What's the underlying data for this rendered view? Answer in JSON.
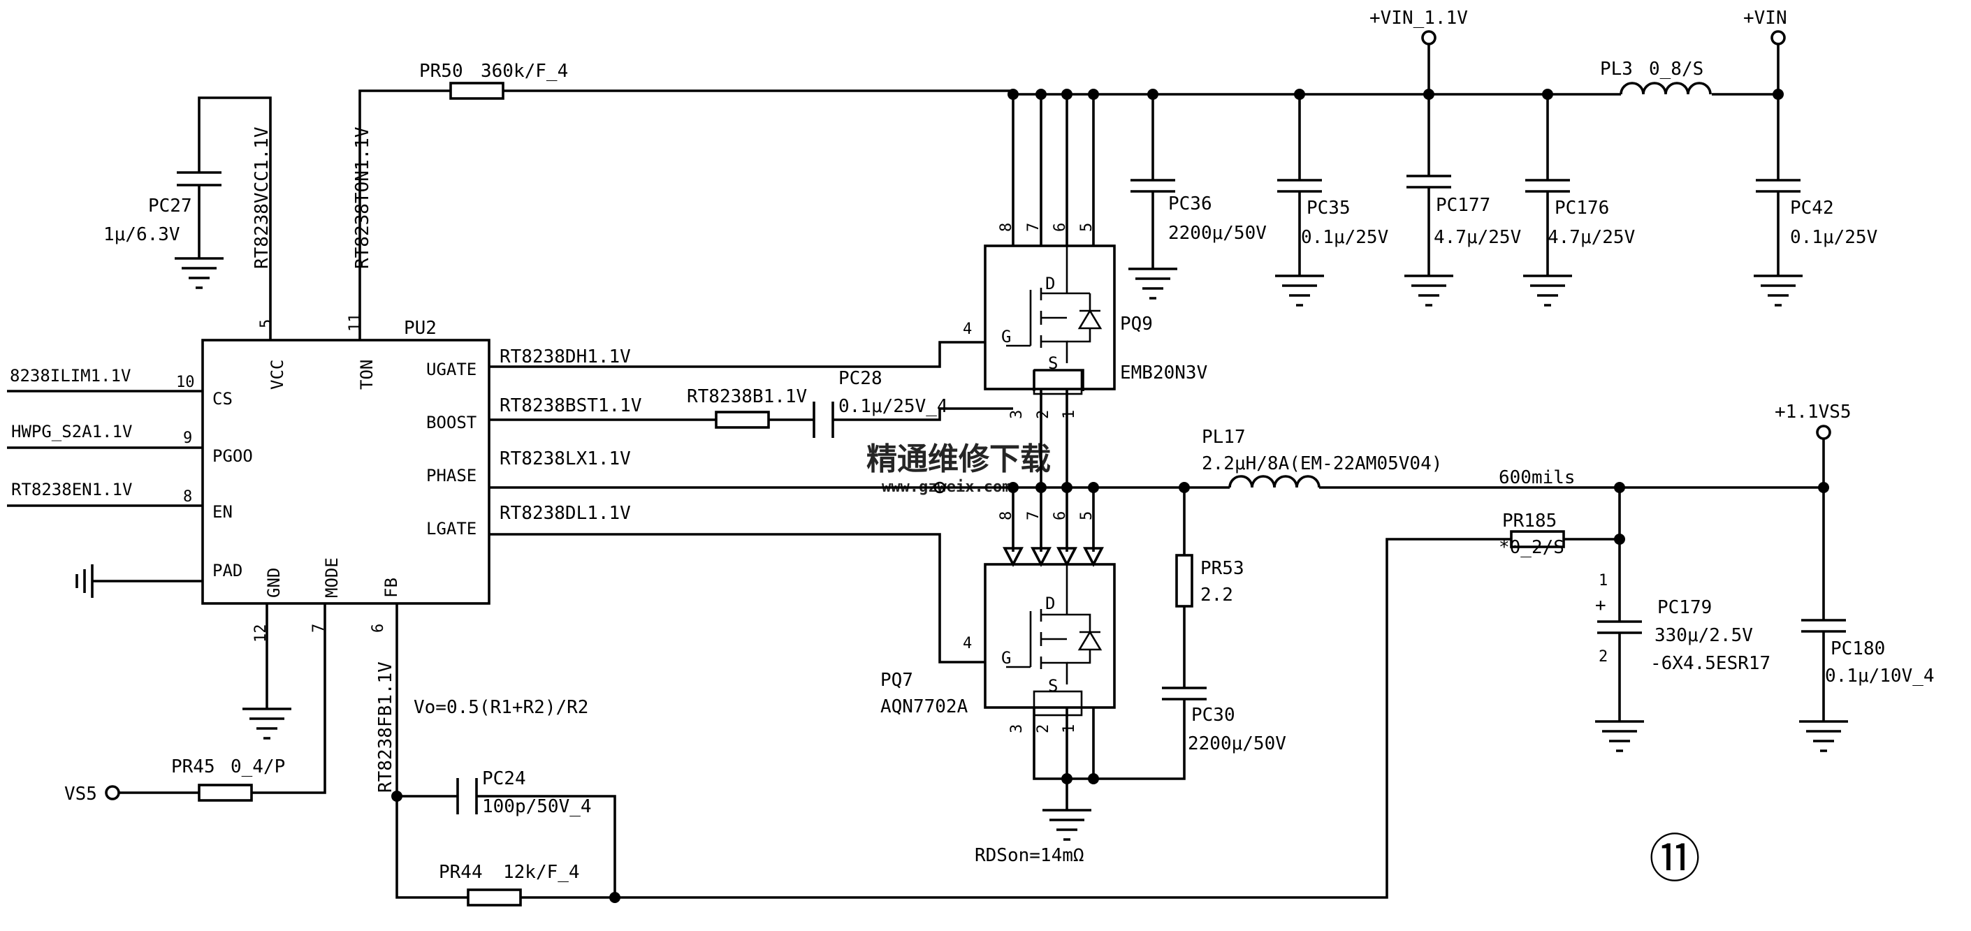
{
  "ic": {
    "ref": "PU2",
    "pins": {
      "cs": "CS",
      "pgood": "PGOO",
      "en": "EN",
      "pad": "PAD",
      "vcc": "VCC",
      "ton": "TON",
      "ugate": "UGATE",
      "boost": "BOOST",
      "phase": "PHASE",
      "lgate": "LGATE",
      "gnd": "GND",
      "mode": "MODE",
      "fb": "FB"
    },
    "pin_numbers": {
      "cs": "10",
      "pgood": "9",
      "en": "8",
      "vcc": "5",
      "ton": "11",
      "gnd": "12",
      "mode": "7",
      "fb": "6"
    }
  },
  "nets": {
    "ilim": "8238ILIM1.1V",
    "pgood": "HWPG_S2A1.1V",
    "en": "RT8238EN1.1V",
    "vcc": "RT8238VCC1.1V",
    "ton": "RT8238TON1.1V",
    "dh": "RT8238DH1.1V",
    "bst": "RT8238BST1.1V",
    "lx": "RT8238LX1.1V",
    "dl": "RT8238DL1.1V",
    "fb": "RT8238FB1.1V",
    "boot": "RT8238B1.1V",
    "vs5": "VS5"
  },
  "rails": {
    "vin11": "+VIN_1.1V",
    "vin": "+VIN",
    "out": "+1.1VS5"
  },
  "components": {
    "pr50": {
      "ref": "PR50",
      "value": "360k/F_4"
    },
    "pc27": {
      "ref": "PC27",
      "value": "1μ/6.3V"
    },
    "pc28": {
      "ref": "PC28",
      "value": "0.1μ/25V_4"
    },
    "pc36": {
      "ref": "PC36",
      "value": "2200μ/50V"
    },
    "pc35": {
      "ref": "PC35",
      "value": "0.1μ/25V"
    },
    "pc177": {
      "ref": "PC177",
      "value": "4.7μ/25V"
    },
    "pc176": {
      "ref": "PC176",
      "value": "4.7μ/25V"
    },
    "pl3": {
      "ref": "PL3",
      "value": "0_8/S"
    },
    "pc42": {
      "ref": "PC42",
      "value": "0.1μ/25V"
    },
    "pq9": {
      "ref": "PQ9",
      "value": "EMB20N3V"
    },
    "pq7": {
      "ref": "PQ7",
      "value": "AQN7702A"
    },
    "pl17": {
      "ref": "PL17",
      "value": "2.2μH/8A(EM-22AM05V04)"
    },
    "pr53": {
      "ref": "PR53",
      "value": "2.2"
    },
    "pc30": {
      "ref": "PC30",
      "value": "2200μ/50V"
    },
    "pr185": {
      "ref": "PR185",
      "value": "*0_2/S"
    },
    "pc179": {
      "ref": "PC179",
      "value": "330μ/2.5V",
      "value2": "-6X4.5ESR17"
    },
    "pc180": {
      "ref": "PC180",
      "value": "0.1μ/10V_4"
    },
    "pr45": {
      "ref": "PR45",
      "value": "0_4/P"
    },
    "pc24": {
      "ref": "PC24",
      "value": "100p/50V_4"
    },
    "pr44": {
      "ref": "PR44",
      "value": "12k/F_4"
    }
  },
  "mosfet": {
    "g": "G",
    "d": "D",
    "s": "S",
    "pins_top": [
      "8",
      "7",
      "6",
      "5"
    ],
    "pins_bot": [
      "3",
      "2",
      "1"
    ],
    "gate_pin": "4"
  },
  "polarity": {
    "plus": "+",
    "p1": "1",
    "p2": "2"
  },
  "annotations": {
    "trace": "600mils",
    "formula": "Vo=0.5(R1+R2)/R2",
    "rdson": "RDSon=14mΩ",
    "figure": "⑪"
  },
  "watermark": {
    "text": "精通维修下载",
    "url": "www.gzweix.com"
  }
}
